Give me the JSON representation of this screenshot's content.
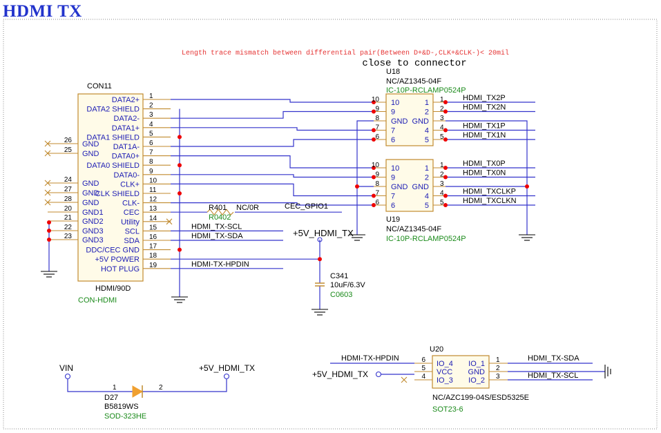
{
  "title": "HDMI TX",
  "notes": {
    "length_rule": "Length trace mismatch between differential pair(Between D+&D-,CLK+&CLK-)< 20mil",
    "placement": "close to connector"
  },
  "colors": {
    "wire": "#3333cc",
    "part_body": "#c08a2e",
    "part_fill": "#fffbe8",
    "junction": "#ee0000",
    "text": "#000000",
    "pin_label": "#1c1cb4",
    "footprint": "#1a8a1a",
    "note": "#e53333",
    "diode": "#f0a030",
    "noconnect": "#c08a2e"
  },
  "con11": {
    "refdes": "CON11",
    "value": "HDMI/90D",
    "footprint": "CON-HDMI",
    "pins": [
      {
        "num": "1",
        "name": "DATA2+"
      },
      {
        "num": "2",
        "name": "DATA2 SHIELD"
      },
      {
        "num": "3",
        "name": "DATA2-"
      },
      {
        "num": "4",
        "name": "DATA1+"
      },
      {
        "num": "5",
        "name": "DATA1 SHIELD"
      },
      {
        "num": "6",
        "name": "DAT1A-"
      },
      {
        "num": "7",
        "name": "DATA0+"
      },
      {
        "num": "8",
        "name": "DATA0 SHIELD"
      },
      {
        "num": "9",
        "name": "DATA0-"
      },
      {
        "num": "10",
        "name": "CLK+"
      },
      {
        "num": "11",
        "name": "CLK SHIELD"
      },
      {
        "num": "12",
        "name": "CLK-"
      },
      {
        "num": "13",
        "name": "CEC"
      },
      {
        "num": "14",
        "name": "Utility"
      },
      {
        "num": "15",
        "name": "SCL"
      },
      {
        "num": "16",
        "name": "SDA"
      },
      {
        "num": "17",
        "name": "DDC/CEC GND"
      },
      {
        "num": "18",
        "name": "+5V POWER"
      },
      {
        "num": "19",
        "name": "HOT PLUG"
      }
    ],
    "left_pins": [
      {
        "num": "26",
        "name": "GND"
      },
      {
        "num": "25",
        "name": "GND"
      },
      {
        "num": "24",
        "name": "GND"
      },
      {
        "num": "27",
        "name": "GND"
      },
      {
        "num": "28",
        "name": "GND"
      },
      {
        "num": "20",
        "name": "GND1"
      },
      {
        "num": "21",
        "name": "GND2"
      },
      {
        "num": "22",
        "name": "GND3"
      },
      {
        "num": "23",
        "name": "GND3"
      }
    ]
  },
  "net_labels": {
    "cec_gpio": "CEC_GPIO1",
    "tx_scl": "HDMI_TX-SCL",
    "tx_sda": "HDMI_TX-SDA",
    "tx_hpdin": "HDMI-TX-HPDIN",
    "pwr_5v": "+5V_HDMI_TX",
    "tx2p": "HDMI_TX2P",
    "tx2n": "HDMI_TX2N",
    "tx1p": "HDMI_TX1P",
    "tx1n": "HDMI_TX1N",
    "tx0p": "HDMI_TX0P",
    "tx0n": "HDMI_TX0N",
    "txclkp": "HDMI_TXCLKP",
    "txclkn": "HDMI_TXCLKN",
    "u20_hpdin": "HDMI-TX-HPDIN",
    "u20_5v": "+5V_HDMI_TX",
    "u20_sda": "HDMI_TX-SDA",
    "u20_scl": "HDMI_TX-SCL",
    "vin": "VIN",
    "d27_5v": "+5V_HDMI_TX"
  },
  "r401": {
    "refdes": "R401",
    "value": "NC/0R",
    "footprint": "R0402"
  },
  "c341": {
    "refdes": "C341",
    "value": "10uF/6.3V",
    "footprint": "C0603"
  },
  "u18": {
    "refdes": "U18",
    "value": "NC/AZ1345-04F",
    "footprint": "IC-10P-RCLAMP0524P",
    "inner_left": [
      "10",
      "9",
      "GND",
      "7",
      "6"
    ],
    "inner_right": [
      "1",
      "2",
      "GND",
      "4",
      "5"
    ],
    "outer_left": [
      "10",
      "9",
      "8",
      "7",
      "6"
    ],
    "outer_right": [
      "1",
      "2",
      "3",
      "4",
      "5"
    ]
  },
  "u19": {
    "refdes": "U19",
    "value": "NC/AZ1345-04F",
    "footprint": "IC-10P-RCLAMP0524P",
    "inner_left": [
      "10",
      "9",
      "GND",
      "7",
      "6"
    ],
    "inner_right": [
      "1",
      "2",
      "GND",
      "4",
      "5"
    ],
    "outer_left": [
      "10",
      "9",
      "8",
      "7",
      "6"
    ],
    "outer_right": [
      "1",
      "2",
      "3",
      "4",
      "5"
    ]
  },
  "u20": {
    "refdes": "U20",
    "value": "NC/AZC199-04S/ESD5325E",
    "footprint": "SOT23-6",
    "left_pins": [
      {
        "num": "6",
        "name": "IO_4"
      },
      {
        "num": "5",
        "name": "VCC"
      },
      {
        "num": "4",
        "name": "IO_3"
      }
    ],
    "right_pins": [
      {
        "num": "1",
        "name": "IO_1"
      },
      {
        "num": "2",
        "name": "GND"
      },
      {
        "num": "3",
        "name": "IO_2"
      }
    ]
  },
  "d27": {
    "refdes": "D27",
    "value": "B5819WS",
    "footprint": "SOD-323HE",
    "pin1": "1",
    "pin2": "2"
  }
}
